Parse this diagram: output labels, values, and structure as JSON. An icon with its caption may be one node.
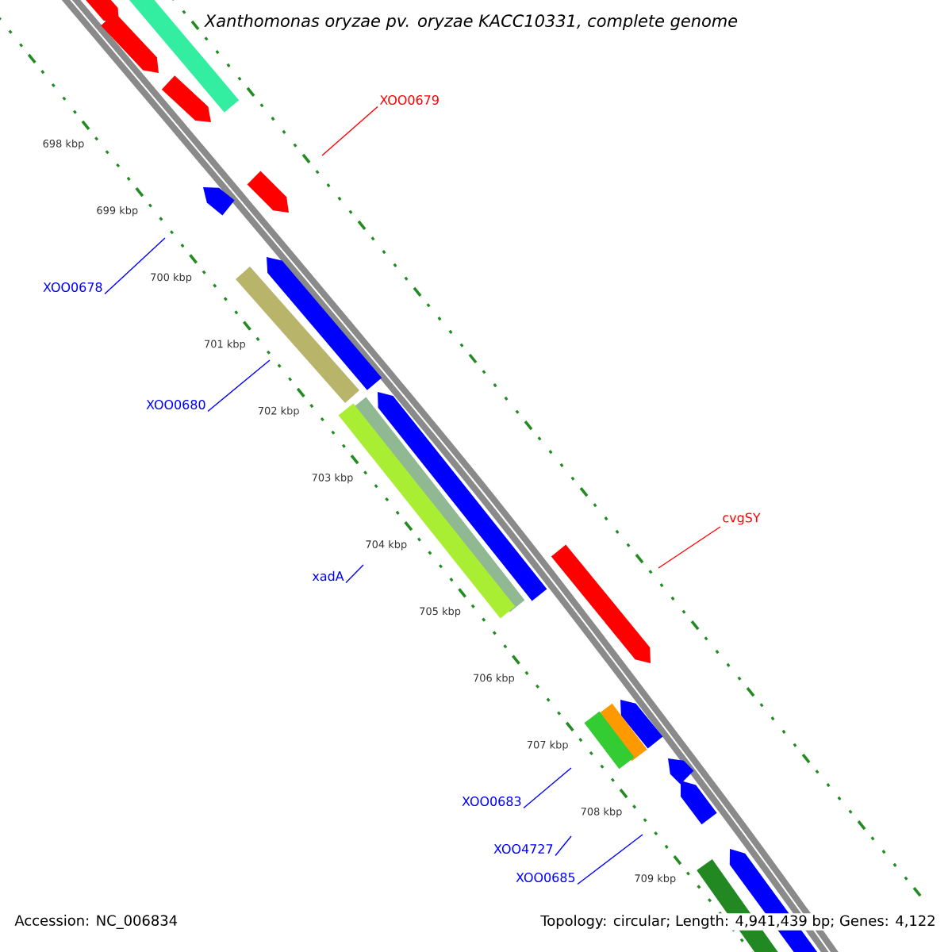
{
  "diagram": {
    "title": "Xanthomonas oryzae pv. oryzae KACC10331, complete genome",
    "nodes": [
      {
        "text": [
          "XOO0679"
        ]
      },
      {
        "text": [
          "XOO0678"
        ]
      },
      {
        "text": [
          "XOO0680"
        ]
      },
      {
        "text": [
          "xadA"
        ]
      },
      {
        "text": [
          "cvgSY"
        ]
      },
      {
        "text": [
          "XOO0683"
        ]
      },
      {
        "text": [
          "XOO4727"
        ]
      },
      {
        "text": [
          "XOO0685"
        ]
      }
    ],
    "edges": [
      {
        "from": 0,
        "to": null,
        "arrow": "none",
        "color": "#ff0000"
      },
      {
        "from": 1,
        "to": null,
        "arrow": "none"
      },
      {
        "from": 2,
        "to": null,
        "arrow": "none"
      },
      {
        "from": 3,
        "to": null,
        "arrow": "none"
      },
      {
        "from": 4,
        "to": null,
        "arrow": "none",
        "color": "#ff0000"
      },
      {
        "from": 5,
        "to": null,
        "arrow": "none"
      },
      {
        "from": 6,
        "to": null,
        "arrow": "none"
      },
      {
        "from": 7,
        "to": null,
        "arrow": "none"
      }
    ],
    "labels": [
      "698 kbp",
      "699 kbp",
      "700 kbp",
      "701 kbp",
      "702 kbp",
      "703 kbp",
      "704 kbp",
      "705 kbp",
      "706 kbp",
      "707 kbp",
      "708 kbp",
      "709 kbp",
      "Accession: NC_006834",
      "Topology: circular; Length: 4,941,439 bp; Genes: 4,122"
    ]
  }
}
